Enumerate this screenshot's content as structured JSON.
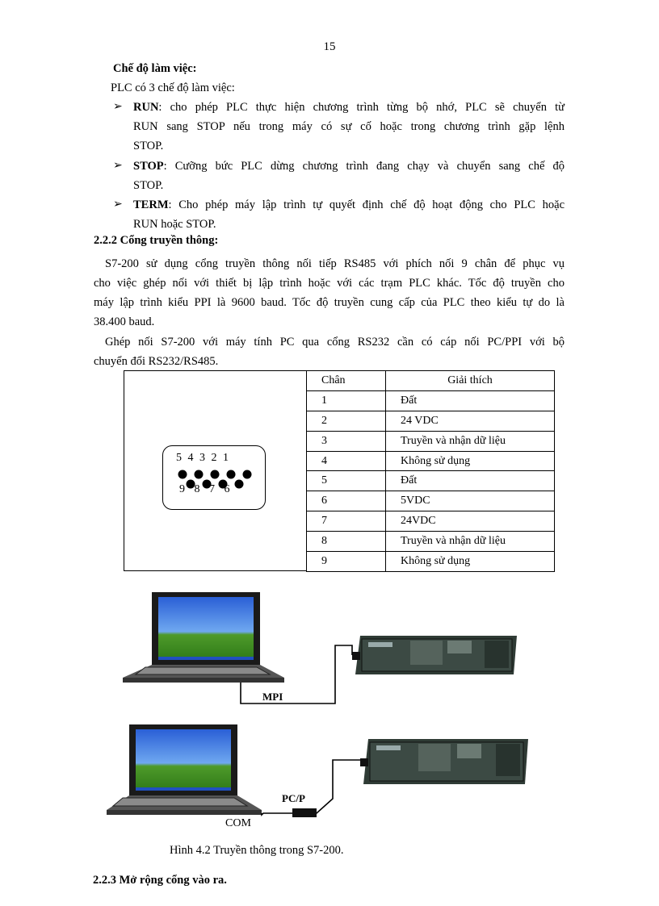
{
  "page_number": "15",
  "mode_heading": "Chế độ làm việc:",
  "mode_intro": "PLC có 3 chế độ làm việc:",
  "modes": [
    {
      "bullet": "➢",
      "name": "RUN",
      "lines": [
        "cho phép PLC thực hiện chương trình từng bộ nhớ, PLC sẽ chuyển từ",
        "RUN sang STOP nếu trong máy có sự cố hoặc trong chương trình gặp lệnh",
        "STOP."
      ]
    },
    {
      "bullet": "➢",
      "name": "STOP",
      "lines": [
        "Cưỡng bức PLC dừng chương trình đang chạy và chuyển sang chế độ",
        "STOP."
      ]
    },
    {
      "bullet": "➢",
      "name": "TERM",
      "lines": [
        "Cho phép máy lập trình tự quyết định chế độ hoạt động cho PLC hoặc",
        "RUN hoặc STOP."
      ]
    }
  ],
  "section_222": "2.2.2 Cổng truyền thông:",
  "para1": [
    "S7-200 sử dụng cổng truyền thông nối tiếp RS485 với phích nối 9 chân để phục vụ",
    "cho việc ghép nối với thiết bị lập trình hoặc với các trạm PLC khác. Tốc độ truyền cho",
    "máy lập trình kiểu PPI là 9600 baud. Tốc độ truyền cung cấp của PLC theo kiểu tự do là",
    "38.400 baud."
  ],
  "para2": [
    "Ghép nối S7-200 với máy tính PC qua cổng RS232 cần có cáp nối PC/PPI với bộ",
    "chuyển đổi RS232/RS485."
  ],
  "connector": {
    "top_numbers": "5 4 3 2 1",
    "bottom_numbers": "9 8 7 6"
  },
  "pin_table": {
    "headers": [
      "Chân",
      "Giải thích"
    ],
    "rows": [
      [
        "1",
        "Đất"
      ],
      [
        "2",
        "24 VDC"
      ],
      [
        "3",
        "Truyền và nhận dữ liệu"
      ],
      [
        "4",
        "Không sử dụng"
      ],
      [
        "5",
        "Đất"
      ],
      [
        "6",
        "5VDC"
      ],
      [
        "7",
        "24VDC"
      ],
      [
        "8",
        "Truyền và nhận dữ liệu"
      ],
      [
        "9",
        "Không sử dụng"
      ]
    ]
  },
  "diagram": {
    "label_mpi": "MPI",
    "label_pcp": "PC/P",
    "label_com": "COM"
  },
  "figure_caption": "Hình 4.2 Truyền thông trong S7-200.",
  "section_223": "2.2.3 Mở rộng cổng vào ra."
}
